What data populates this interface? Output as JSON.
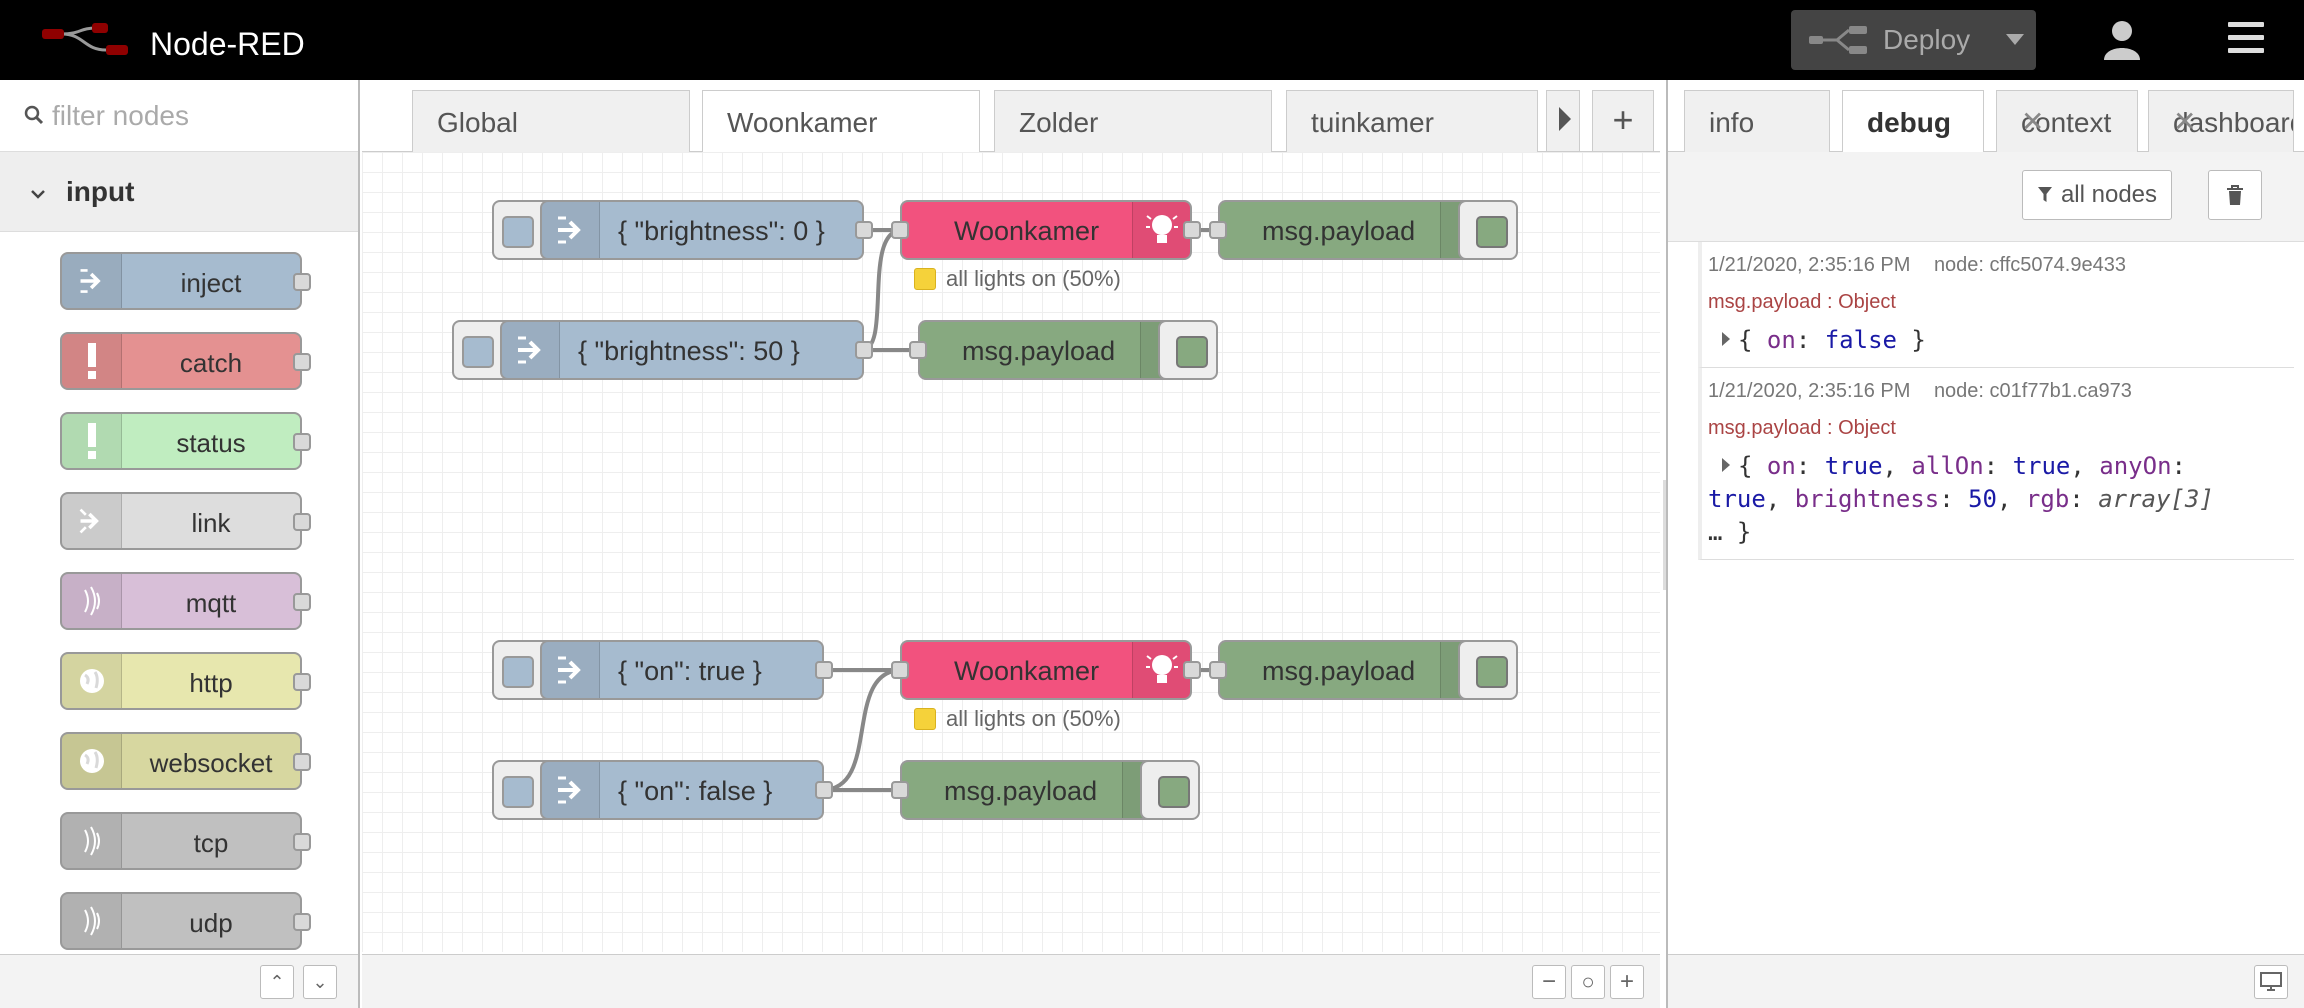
{
  "header": {
    "title": "Node-RED",
    "deploy_label": "Deploy"
  },
  "palette": {
    "search_placeholder": "filter nodes",
    "category": "input",
    "nodes": [
      {
        "label": "inject",
        "color": "#a6bbcf",
        "icon": "arrow-in-icon"
      },
      {
        "label": "catch",
        "color": "#e49191",
        "icon": "exclamation-icon"
      },
      {
        "label": "status",
        "color": "#c0edc0",
        "icon": "exclamation-icon"
      },
      {
        "label": "link",
        "color": "#dddddd",
        "icon": "link-in-icon"
      },
      {
        "label": "mqtt",
        "color": "#d8bfd8",
        "icon": "bridge-icon"
      },
      {
        "label": "http",
        "color": "#e7e7ae",
        "icon": "globe-icon"
      },
      {
        "label": "websocket",
        "color": "#d7d7a0",
        "icon": "globe-icon"
      },
      {
        "label": "tcp",
        "color": "#c0c0c0",
        "icon": "bridge-icon"
      },
      {
        "label": "udp",
        "color": "#c0c0c0",
        "icon": "bridge-icon"
      }
    ]
  },
  "workspace": {
    "tabs": [
      "Global",
      "Woonkamer",
      "Zolder",
      "tuinkamer"
    ],
    "flow": {
      "inject1": "{ \"brightness\": 0 }",
      "inject2": "{ \"brightness\": 50 }",
      "inject3": "{ \"on\": true }",
      "inject4": "{ \"on\": false }",
      "light1": "Woonkamer",
      "light2": "Woonkamer",
      "status1": "all lights on (50%)",
      "status2": "all lights on (50%)",
      "debug1": "msg.payload",
      "debug2": "msg.payload",
      "debug3": "msg.payload",
      "debug4": "msg.payload"
    },
    "colors": {
      "inject": "#a6bbcf",
      "light": "#f2527e",
      "debug": "#87a980"
    }
  },
  "sidebar": {
    "tabs": [
      "info",
      "debug",
      "context",
      "dashboard"
    ],
    "active_tab": "debug",
    "filter_label": "all nodes",
    "messages": [
      {
        "time": "1/21/2020, 2:35:16 PM",
        "node": "node: cffc5074.9e433",
        "topic": "msg.payload : Object"
      },
      {
        "time": "1/21/2020, 2:35:16 PM",
        "node": "node: c01f77b1.ca973",
        "topic": "msg.payload : Object"
      }
    ]
  }
}
